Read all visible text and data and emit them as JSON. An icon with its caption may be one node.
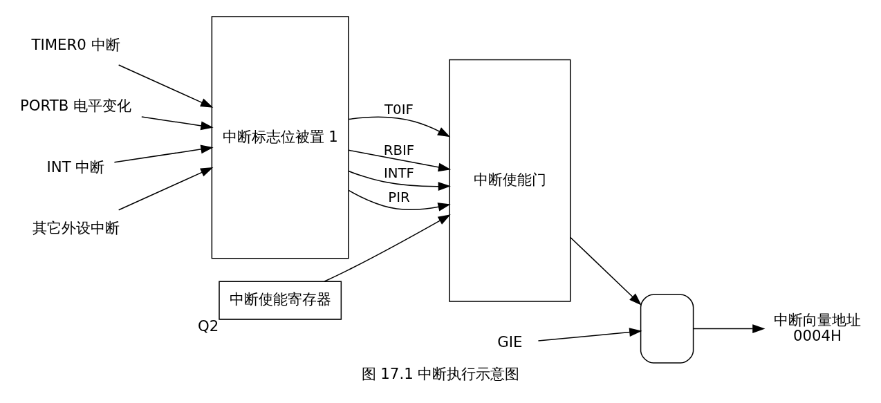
{
  "diagram": {
    "caption": "图 17.1 中断执行示意图",
    "nodes": [
      {
        "text": [
          "TIMER0 中断"
        ]
      },
      {
        "text": [
          "PORTB 电平变化"
        ]
      },
      {
        "text": [
          "INT 中断"
        ]
      },
      {
        "text": [
          "其它外设中断"
        ]
      },
      {
        "text": [
          "中断标志位被置 1"
        ]
      },
      {
        "text": [
          "中断使能寄存器"
        ],
        "beside": [
          "Q2"
        ]
      },
      {
        "text": [
          "中断使能门"
        ]
      },
      {
        "text": [],
        "shape": "gate"
      },
      {
        "text": [
          "中断向量地址",
          "0004H"
        ]
      },
      {
        "text": [
          "GIE"
        ]
      }
    ],
    "edges": [
      {
        "from": 0,
        "to": 4,
        "arrow": "to"
      },
      {
        "from": 1,
        "to": 4,
        "arrow": "to"
      },
      {
        "from": 2,
        "to": 4,
        "arrow": "to"
      },
      {
        "from": 3,
        "to": 4,
        "arrow": "to"
      },
      {
        "from": 4,
        "to": 6,
        "arrow": "to",
        "label": "T0IF"
      },
      {
        "from": 4,
        "to": 6,
        "arrow": "to",
        "label": "RBIF"
      },
      {
        "from": 4,
        "to": 6,
        "arrow": "to",
        "label": "INTF"
      },
      {
        "from": 4,
        "to": 6,
        "arrow": "to",
        "label": "PIR"
      },
      {
        "from": 5,
        "to": 6,
        "arrow": "to"
      },
      {
        "from": 6,
        "to": 7,
        "arrow": "to"
      },
      {
        "from": 9,
        "to": 7,
        "arrow": "to"
      },
      {
        "from": 7,
        "to": 8,
        "arrow": "to"
      }
    ]
  }
}
